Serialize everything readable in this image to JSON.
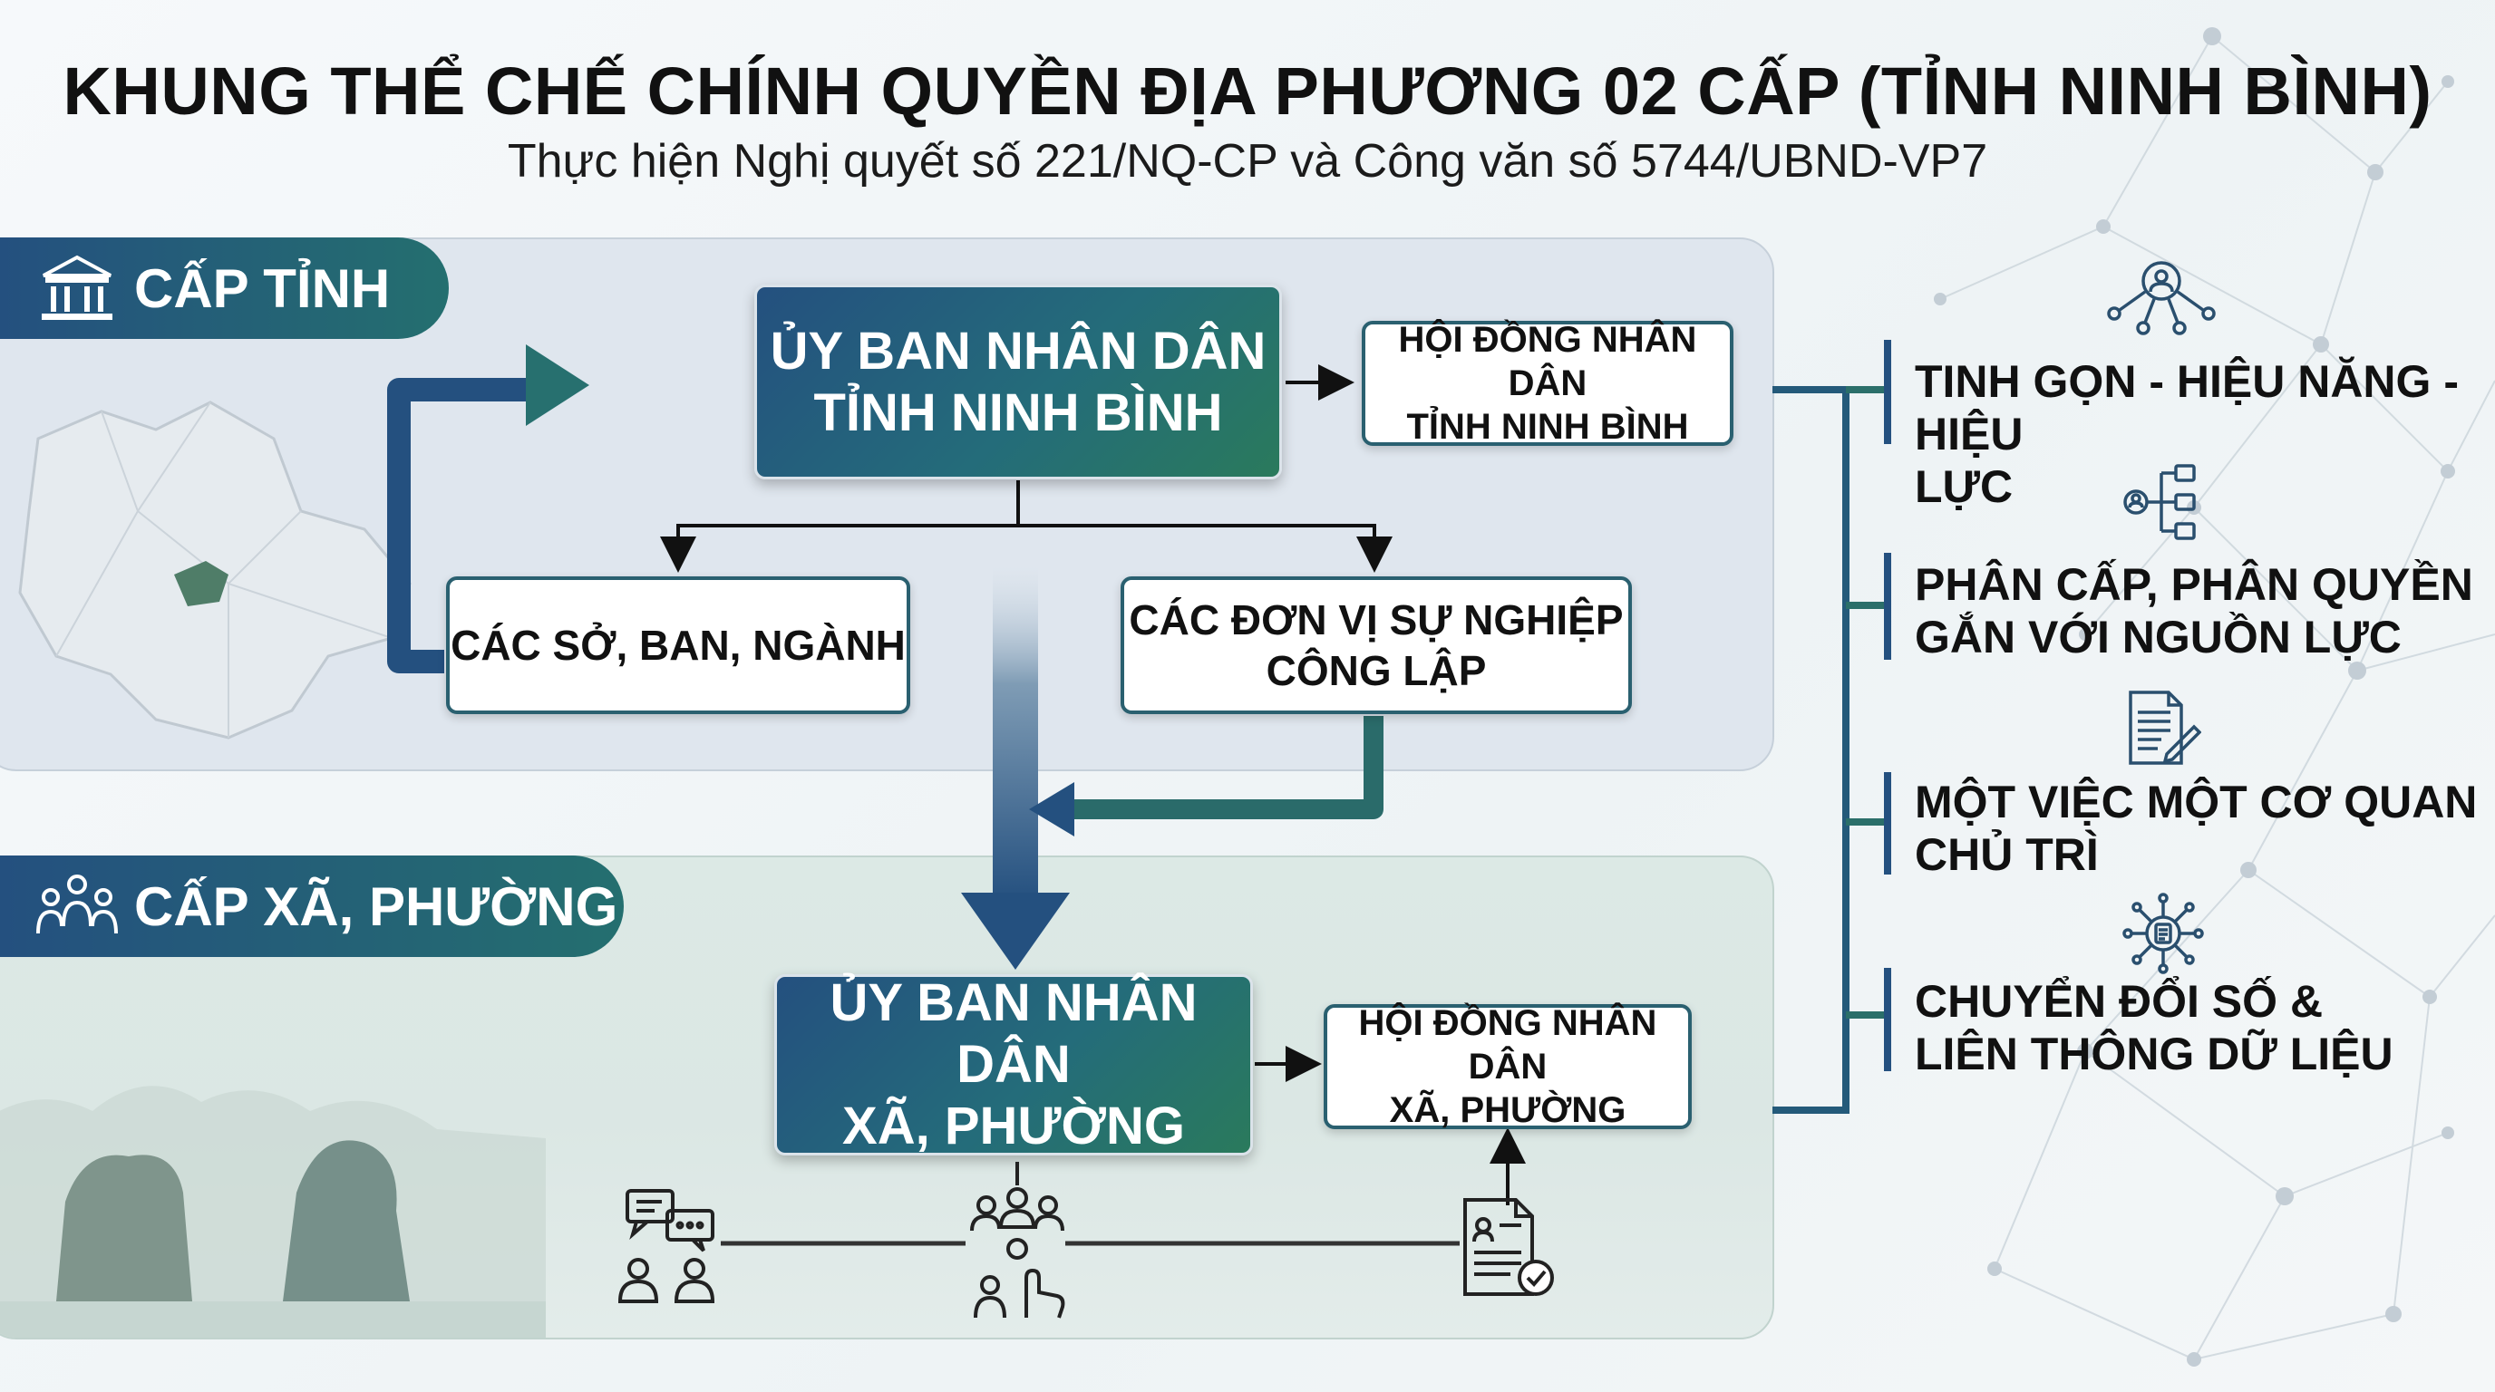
{
  "header": {
    "title": "KHUNG THỂ CHẾ CHÍNH QUYỀN ĐỊA PHƯƠNG 02 CẤP (TỈNH NINH BÌNH)",
    "subtitle": "Thực hiện Nghị quyết số 221/NQ-CP và Công văn số 5744/UBND-VP7"
  },
  "province_level": {
    "tab_label": "CẤP TỈNH",
    "tab_icon": "government-building-icon",
    "peoples_committee": [
      "ỦY BAN NHÂN DÂN",
      "TỈNH NINH BÌNH"
    ],
    "peoples_council": [
      "HỘI ĐỒNG NHÂN DÂN",
      "TỈNH NINH BÌNH"
    ],
    "departments": "CÁC SỞ, BAN, NGÀNH",
    "public_units": [
      "CÁC ĐƠN VỊ SỰ NGHIỆP",
      "CÔNG LẬP"
    ],
    "map_icon": "province-map-icon"
  },
  "commune_level": {
    "tab_label": "CẤP XÃ, PHƯỜNG",
    "tab_icon": "people-group-icon",
    "peoples_committee": [
      "ỦY BAN NHÂN DÂN",
      "XÃ, PHƯỜNG"
    ],
    "peoples_council": [
      "HỘI ĐỒNG NHÂN DÂN",
      "XÃ, PHƯỜNG"
    ],
    "bottom_icons": [
      "citizen-chat-icon",
      "community-service-icon",
      "approved-document-icon"
    ]
  },
  "principles": [
    {
      "lines": [
        "TINH GỌN - HIỆU NĂNG - HIỆU",
        "LỰC"
      ],
      "icon": "network-user-icon"
    },
    {
      "lines": [
        "PHÂN CẤP, PHÂN QUYỀN",
        "GẮN VỚI NGUỒN LỰC"
      ],
      "icon": "hierarchy-icon"
    },
    {
      "lines": [
        "MỘT VIỆC MỘT CƠ QUAN",
        "CHỦ TRÌ"
      ],
      "icon": "document-edit-icon"
    },
    {
      "lines": [
        "CHUYỂN ĐỔI SỐ &",
        "LIÊN THÔNG DỮ LIỆU"
      ],
      "icon": "digital-data-icon"
    }
  ],
  "colors": {
    "navy": "#24507f",
    "teal": "#246f6f",
    "green": "#2a7a5c",
    "panel_top": "#dfe6ee",
    "panel_bottom": "#dce9e5"
  }
}
